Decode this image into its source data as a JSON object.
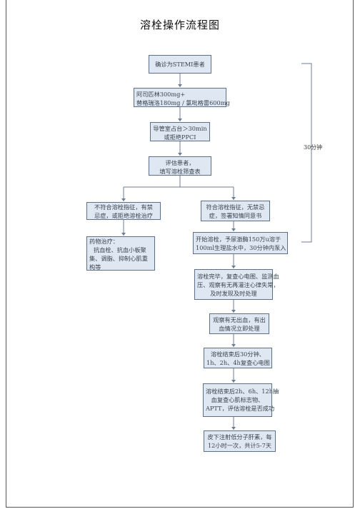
{
  "title": "溶栓操作流程图",
  "bracket_label": "30分钟",
  "boxes": {
    "b1": [
      "确诊为STEMI患者"
    ],
    "b2": [
      "阿司匹林300mg+",
      "替格瑞洛180mg / 氯吡格雷600mg"
    ],
    "b3": [
      "导管室占台＞30min",
      "或拒绝PPCI"
    ],
    "b4": [
      "评估患者，",
      "填写溶栓筛查表"
    ],
    "left1": [
      "不符合溶栓指征，有禁",
      "忌症，或拒绝溶栓治疗"
    ],
    "left2": [
      "药物治疗：",
      "抗血栓、抗血小板聚",
      "集、调脂、抑制心肌重",
      "构等"
    ],
    "r1": [
      "符合溶栓指征，无禁忌",
      "症，签署知情同意书"
    ],
    "r2": [
      "开始溶栓，予尿激酶150万u溶于",
      "100ml生理盐水中，30分钟内泵入"
    ],
    "r3": [
      "溶栓完毕，复查心电图、监测血",
      "压、观察有无再灌注心律失常，",
      "及时发现及时处理"
    ],
    "r4": [
      "观察有无出血，有出",
      "血情况立即处理"
    ],
    "r5": [
      "溶栓结束后30分钟、",
      "1h、2h、4h复查心电图"
    ],
    "r6": [
      "溶栓结束后2h、6h、12h抽",
      "血复查心肌标志物、",
      "APTT，评估溶栓是否成功"
    ],
    "r7": [
      "皮下注射低分子肝素，每",
      "12小时一次，共计5-7天"
    ]
  }
}
